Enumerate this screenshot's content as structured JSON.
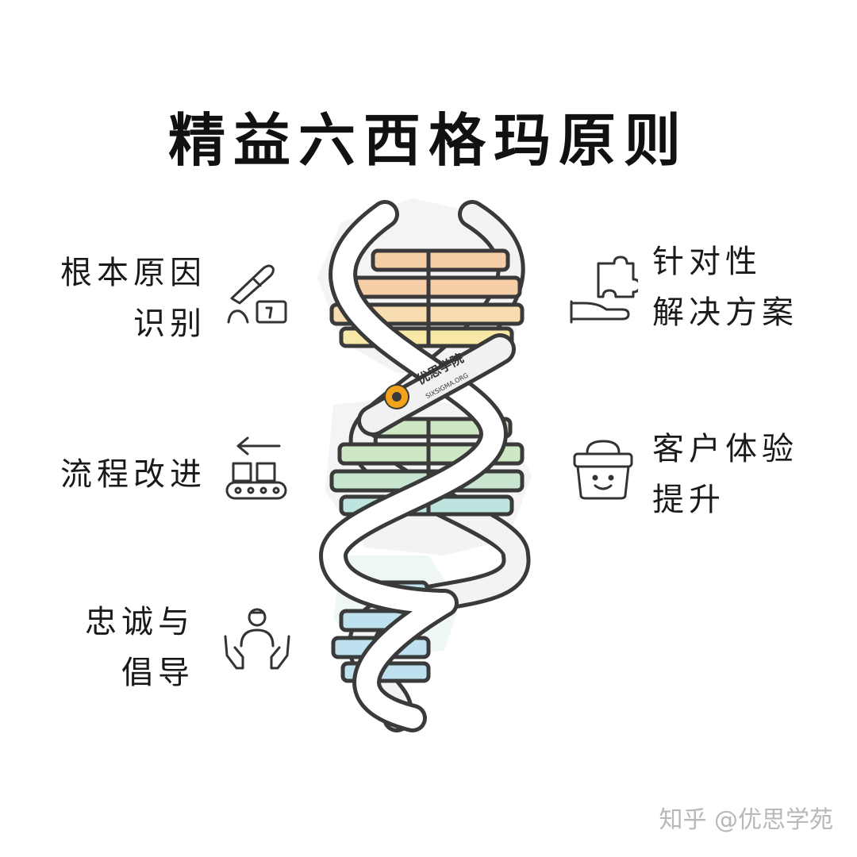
{
  "title": "精益六西格玛原则",
  "items": [
    {
      "id": "root-cause",
      "line1": "根本原因",
      "line2": "识别",
      "icon": "scalpel-icon"
    },
    {
      "id": "targeted-solution",
      "line1": "针对性",
      "line2": "解决方案",
      "icon": "puzzle-hand-icon"
    },
    {
      "id": "process-improvement",
      "line1": "流程改进",
      "line2": "",
      "icon": "conveyor-icon"
    },
    {
      "id": "customer-experience",
      "line1": "客户体验",
      "line2": "提升",
      "icon": "smiling-basket-icon"
    },
    {
      "id": "loyalty-advocacy",
      "line1": "忠诚与",
      "line2": "倡导",
      "icon": "person-hands-icon"
    }
  ],
  "logo": {
    "name": "优思学院",
    "sub": "SIXSIGMA.ORG"
  },
  "watermark": "知乎 @优思学苑",
  "colors": {
    "outline": "#3a3a3a",
    "rung_orange": "#f6cfa8",
    "rung_yellow": "#f7e8a8",
    "rung_green": "#cfe8c4",
    "rung_teal": "#bfe3de",
    "rung_blue": "#bfe0ef",
    "logo_orange": "#f2a31b"
  }
}
